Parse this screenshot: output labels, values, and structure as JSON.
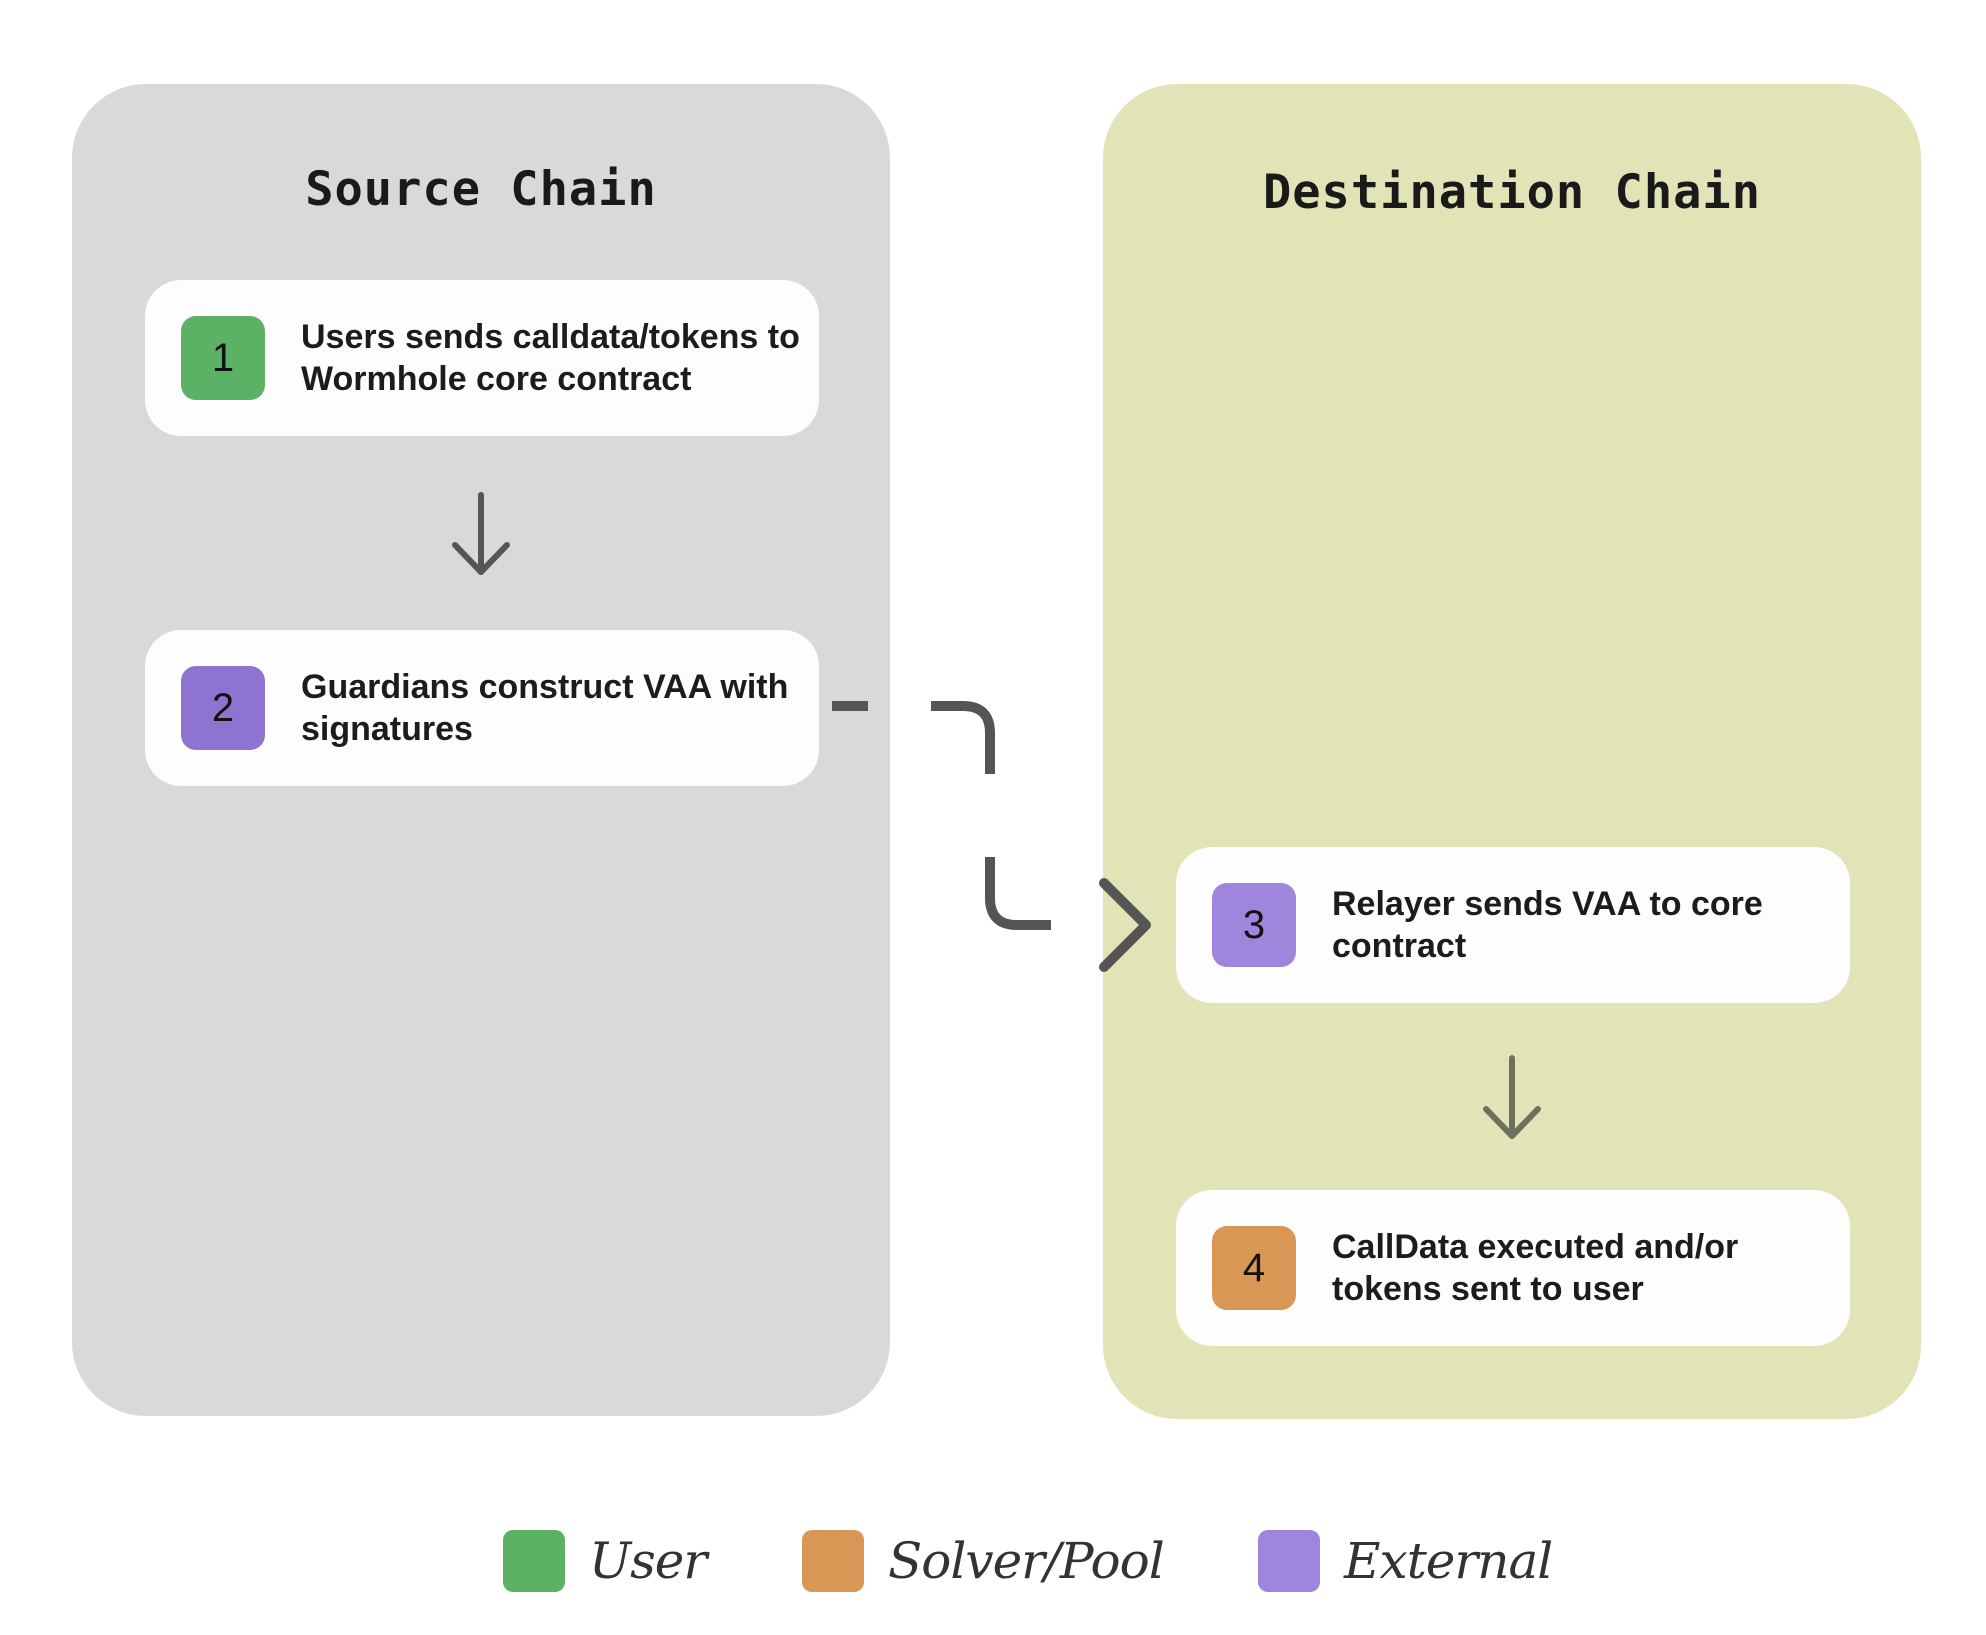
{
  "source_chain": {
    "title": "Source Chain",
    "steps": [
      {
        "number": "1",
        "text": "Users sends calldata/tokens to Wormhole core contract",
        "color": "#5bb264"
      },
      {
        "number": "2",
        "text": "Guardians construct VAA with signatures",
        "color": "#8e74d0"
      }
    ],
    "color": "#d9d9d9"
  },
  "destination_chain": {
    "title": "Destination Chain",
    "steps": [
      {
        "number": "3",
        "text": "Relayer sends VAA to core contract",
        "color": "#9f85dc"
      },
      {
        "number": "4",
        "text": "CallData executed and/or tokens sent to user",
        "color": "#d99756"
      }
    ],
    "color": "#e2e4b8"
  },
  "legend": [
    {
      "label": "User",
      "color": "#5bb264"
    },
    {
      "label": "Solver/Pool",
      "color": "#d99756"
    },
    {
      "label": "External",
      "color": "#9f85dc"
    }
  ]
}
